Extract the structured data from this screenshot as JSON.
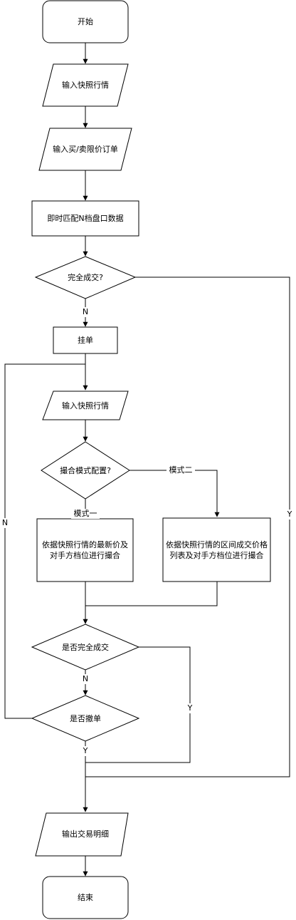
{
  "nodes": {
    "start": "开始",
    "input_snapshot_1": "输入快照行情",
    "input_limit_order": "输入买/卖限价订单",
    "match_depth": "即时匹配N档盘口数据",
    "fully_filled_1": "完全成交?",
    "pending_order": "挂单",
    "input_snapshot_2": "输入快照行情",
    "match_mode_config": "撮合模式配置?",
    "mode1_action": "依据快照行情的最新价及对手方档位进行撮合",
    "mode2_action": "依据快照行情的区间成交价格列表及对手方档位进行撮合",
    "fully_filled_2": "是否完全成交",
    "cancel_order": "是否撤单",
    "output_details": "输出交易明细",
    "end": "结束"
  },
  "edges": {
    "no_1": "N",
    "yes_1": "Y",
    "mode1": "模式一",
    "mode2": "模式二",
    "no_2": "N",
    "yes_2": "Y",
    "no_3": "N",
    "yes_3": "Y"
  }
}
